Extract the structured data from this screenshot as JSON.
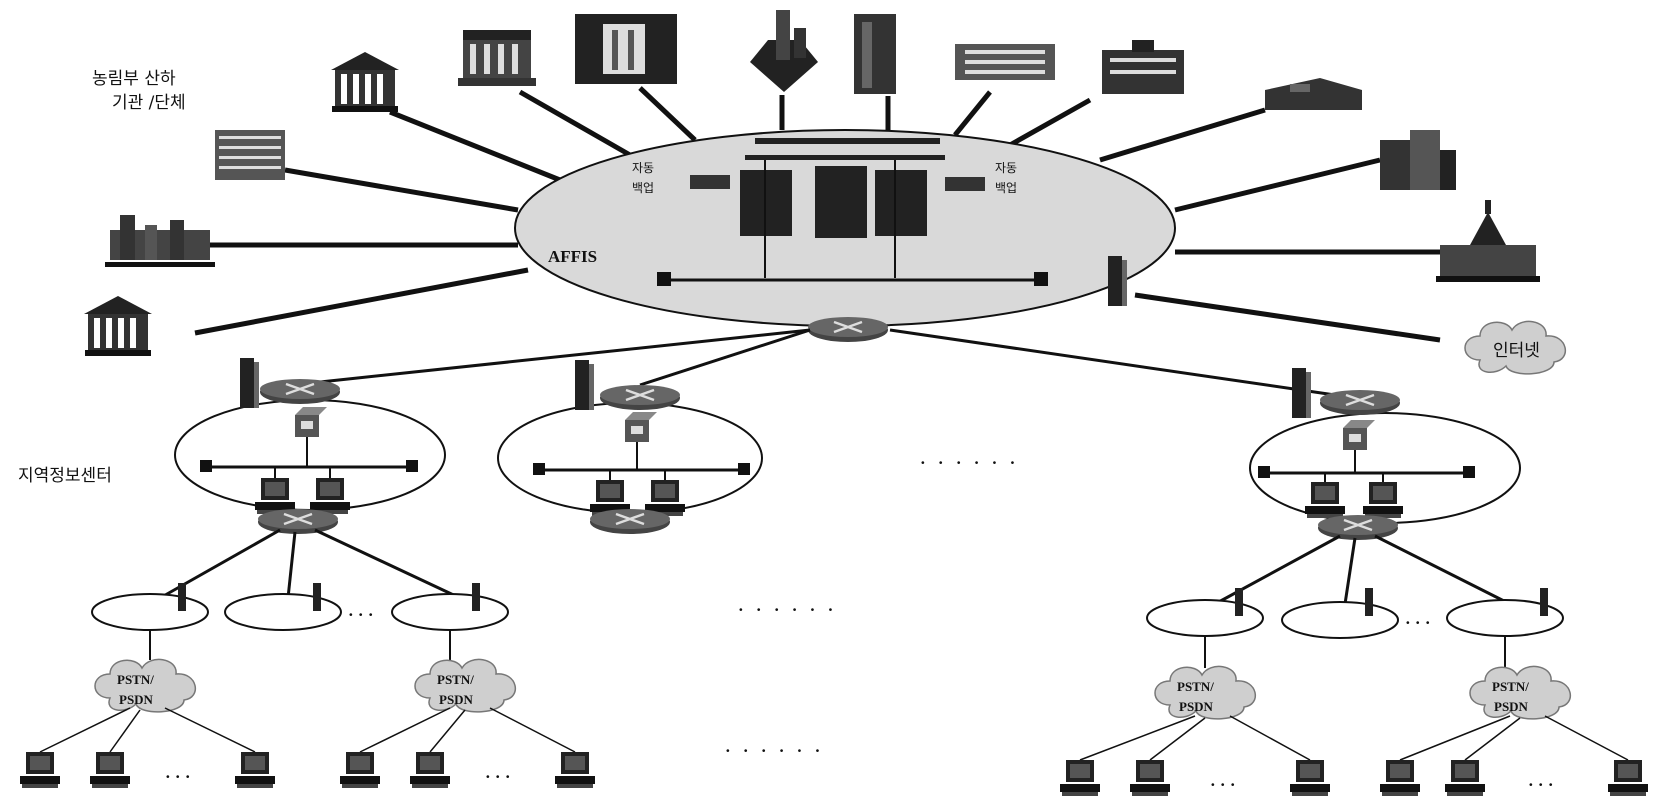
{
  "labels": {
    "agency_line1": "농림부 산하",
    "agency_line2": "기관 /단체",
    "center_name": "AFFIS",
    "auto_backup_left_1": "자동",
    "auto_backup_left_2": "백업",
    "auto_backup_right_1": "자동",
    "auto_backup_right_2": "백업",
    "internet": "인터넷",
    "regional_center": "지역정보센터",
    "pstn_line1": "PSTN/",
    "pstn_line2": "PSDN",
    "ellipsis": "· · · · · ·",
    "dots_small": "· · ·"
  },
  "colors": {
    "ink": "#111111",
    "ellipse_fill": "#d9d9d9",
    "cloud_fill": "#cfcfcf",
    "building_dark": "#222222",
    "building_mid": "#777777"
  }
}
